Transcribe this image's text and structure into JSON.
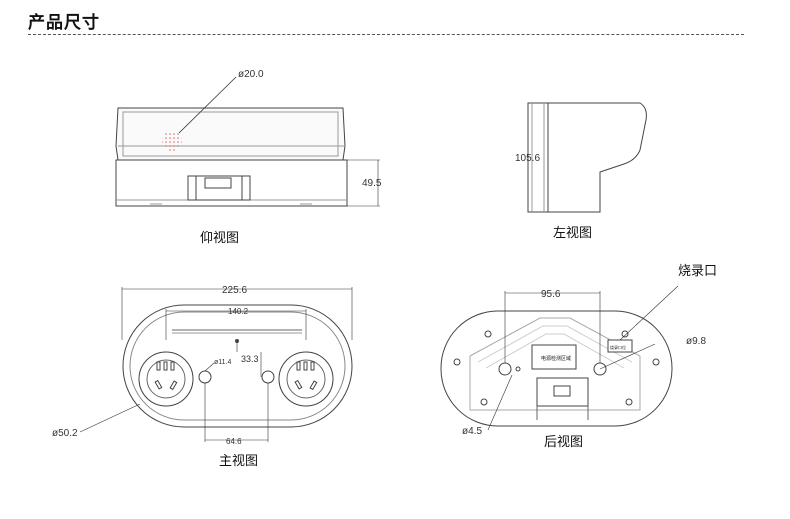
{
  "header": {
    "title": "产品尺寸"
  },
  "views": {
    "bottom": {
      "label": "仰视图",
      "dim_hole": "ø20.0",
      "dim_height": "49.5"
    },
    "left": {
      "label": "左视图",
      "dim_height": "105.6"
    },
    "front": {
      "label": "主视图",
      "dim_width": "225.6",
      "dim_inner": "140.2",
      "dim_small": "ø11.4",
      "dim_offset": "33.3",
      "dim_spacing": "64.6",
      "dim_outlet": "ø50.2"
    },
    "back": {
      "label": "后视图",
      "dim_spacing": "95.6",
      "dim_hole": "ø9.8",
      "dim_small": "ø4.5",
      "burn_label": "烧录口",
      "area_text": "电源检测区域",
      "port_text": "烧录口位"
    }
  }
}
